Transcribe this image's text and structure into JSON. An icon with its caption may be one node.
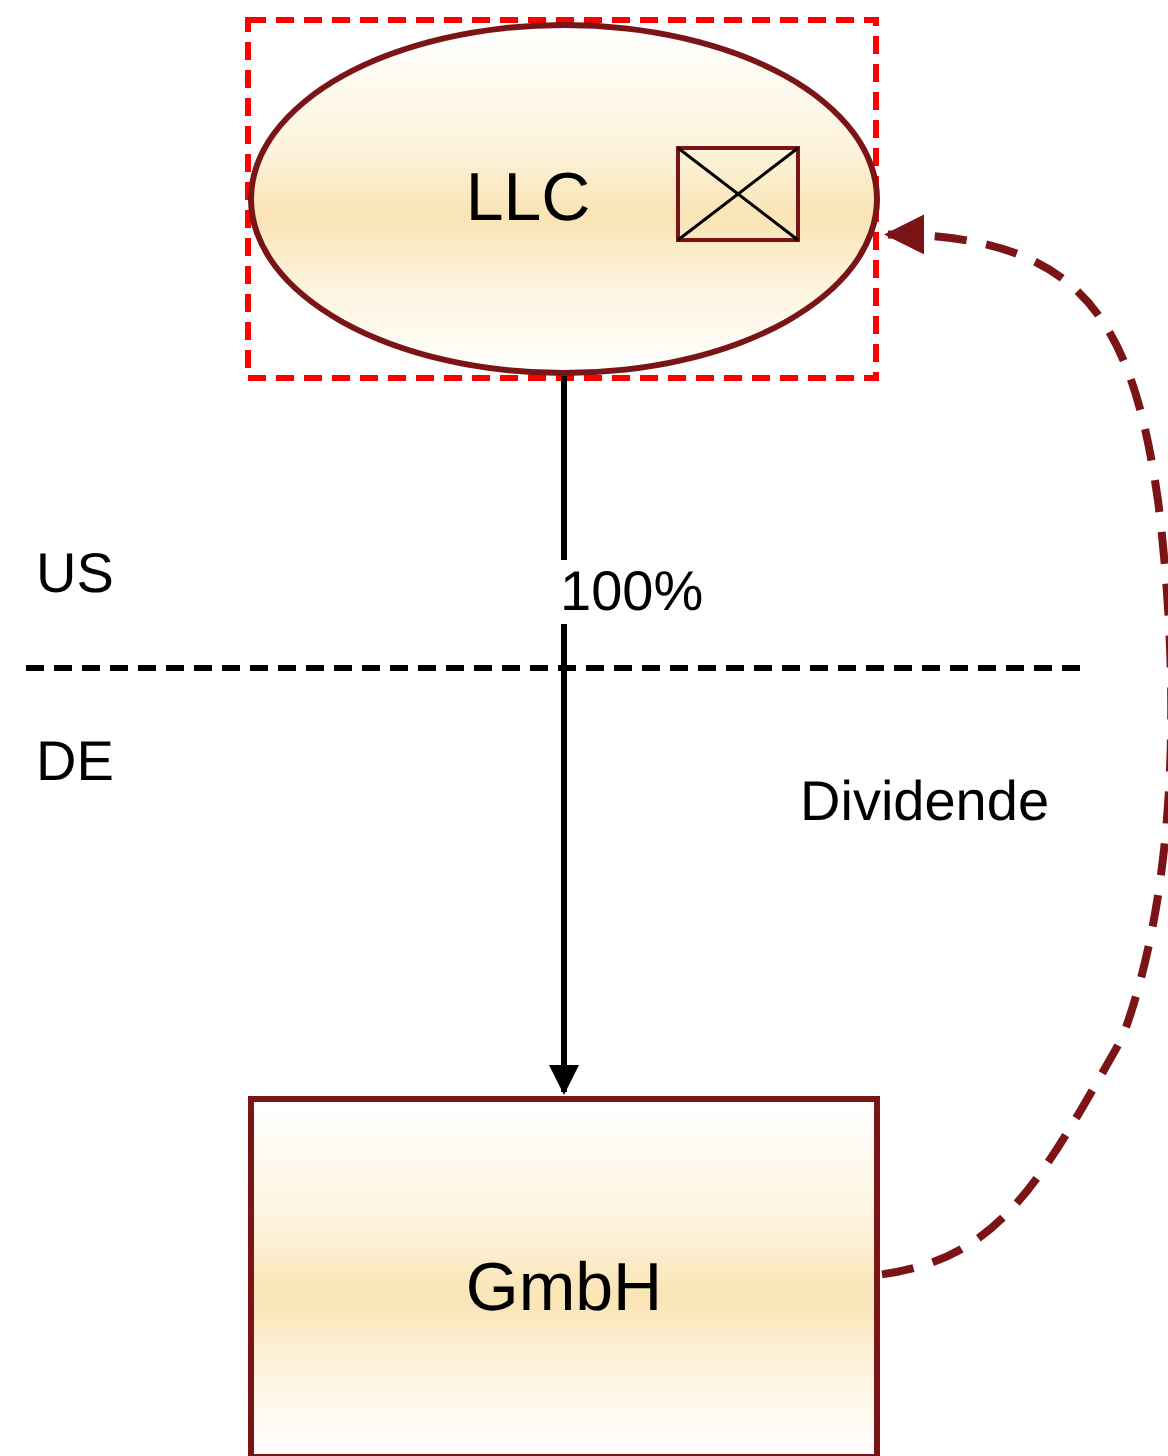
{
  "diagram": {
    "nodes": [
      {
        "text": [
          "LLC"
        ]
      },
      {
        "text": [
          "GmbH"
        ]
      }
    ],
    "edges": [
      {
        "from": 0,
        "to": 1,
        "arrow": "to",
        "label": "100%"
      },
      {
        "from": 1,
        "to": 0,
        "arrow": "to",
        "label": "Dividende",
        "style": "dashed",
        "color": "#7b1416"
      }
    ],
    "labels": [
      "US",
      "DE"
    ]
  }
}
